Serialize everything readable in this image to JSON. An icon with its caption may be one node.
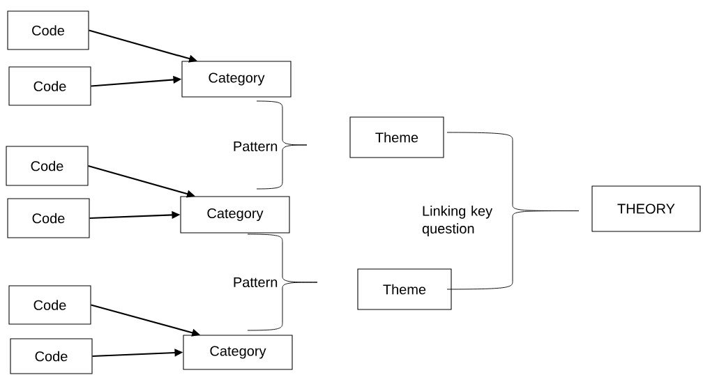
{
  "diagram": {
    "nodes": [
      {
        "text": [
          "Code"
        ]
      },
      {
        "text": [
          "Code"
        ]
      },
      {
        "text": [
          "Category"
        ]
      },
      {
        "text": [
          "Code"
        ]
      },
      {
        "text": [
          "Code"
        ]
      },
      {
        "text": [
          "Category"
        ]
      },
      {
        "text": [
          "Code"
        ]
      },
      {
        "text": [
          "Code"
        ]
      },
      {
        "text": [
          "Category"
        ]
      },
      {
        "text": [
          "Theme"
        ]
      },
      {
        "text": [
          "Theme"
        ]
      },
      {
        "text": [
          "THEORY"
        ]
      }
    ],
    "edges": [
      {
        "from": 0,
        "to": 2,
        "arrow": "to"
      },
      {
        "from": 1,
        "to": 2,
        "arrow": "to"
      },
      {
        "from": 3,
        "to": 5,
        "arrow": "to"
      },
      {
        "from": 4,
        "to": 5,
        "arrow": "to"
      },
      {
        "from": 6,
        "to": 8,
        "arrow": "to"
      },
      {
        "from": 7,
        "to": 8,
        "arrow": "to"
      }
    ],
    "labels": [
      "Pattern",
      "Linking key question",
      "Pattern"
    ]
  }
}
